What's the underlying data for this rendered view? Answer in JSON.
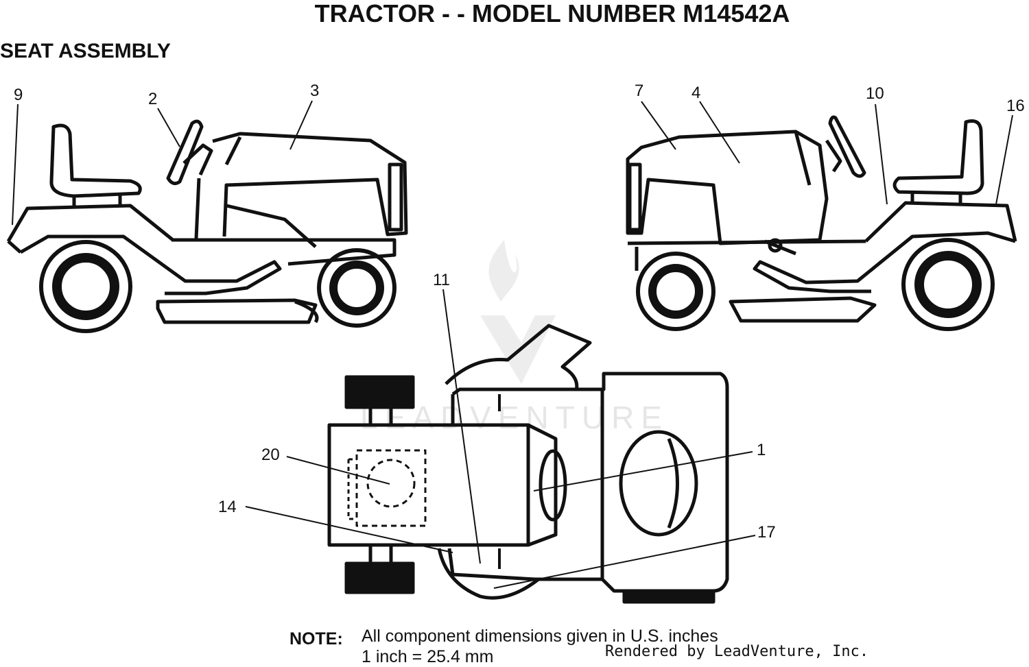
{
  "header": {
    "title": "TRACTOR - - MODEL NUMBER M14542A",
    "section": "SEAT ASSEMBLY"
  },
  "callouts": [
    "9",
    "2",
    "3",
    "7",
    "4",
    "10",
    "16",
    "11",
    "20",
    "1",
    "14",
    "17"
  ],
  "note": {
    "label": "NOTE:",
    "line1": "All component dimensions given in U.S. inches",
    "line2": "1 inch = 25.4 mm"
  },
  "credit": "Rendered by LeadVenture, Inc.",
  "watermark": "LEADVENTURE",
  "colors": {
    "ink": "#111111",
    "watermark": "#e6e6e6"
  }
}
